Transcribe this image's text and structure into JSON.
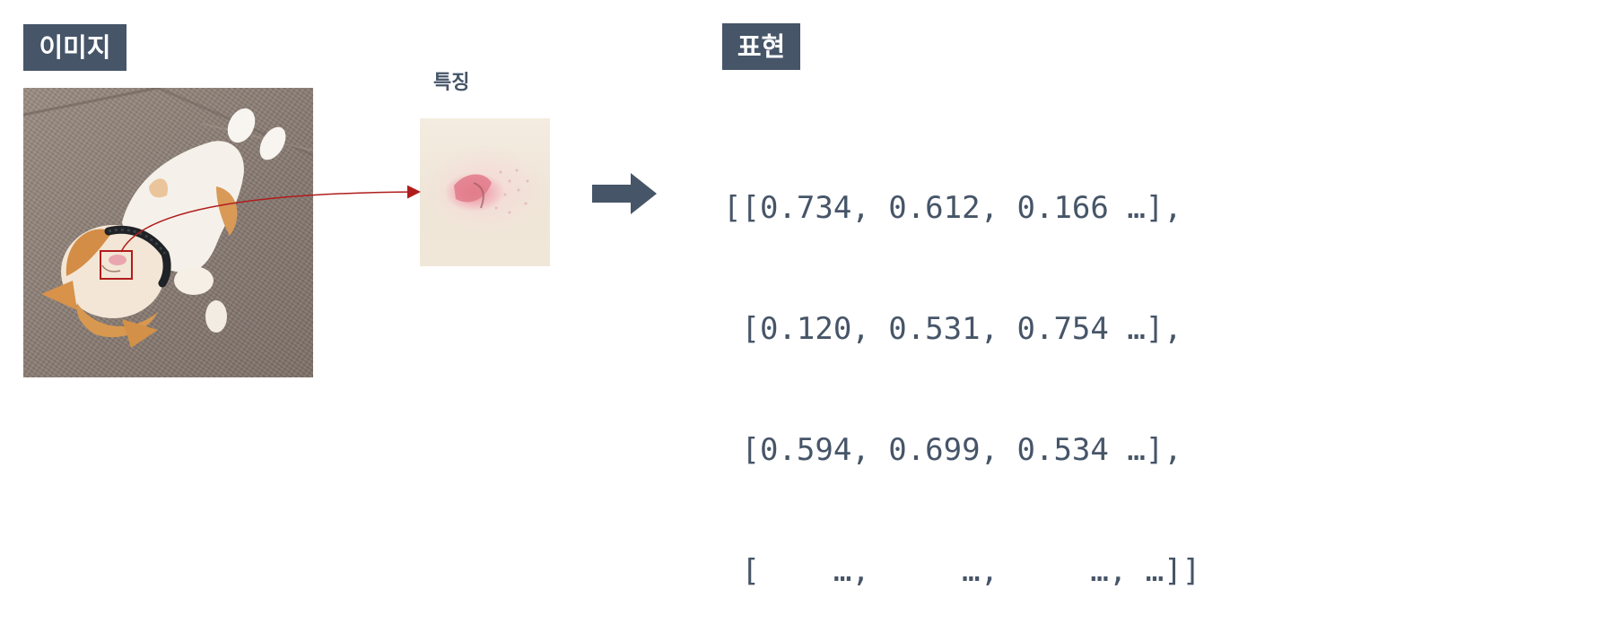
{
  "image_section": {
    "label": "이미지"
  },
  "feature_section": {
    "label": "특징"
  },
  "representation_section": {
    "label": "표현"
  },
  "matrix": {
    "rows": [
      "[[0.734, 0.612, 0.166 …],",
      " [0.120, 0.531, 0.754 …],",
      " [0.594, 0.699, 0.534 …],",
      " [    …,     …,     …, …]]"
    ]
  },
  "icons": {
    "arrow": "right-arrow-icon",
    "highlight": "highlight-box"
  },
  "colors": {
    "tag_background": "#465568",
    "tag_text": "#ffffff",
    "text": "#465568",
    "connector": "#b01c1c",
    "arrow": "#465568"
  }
}
